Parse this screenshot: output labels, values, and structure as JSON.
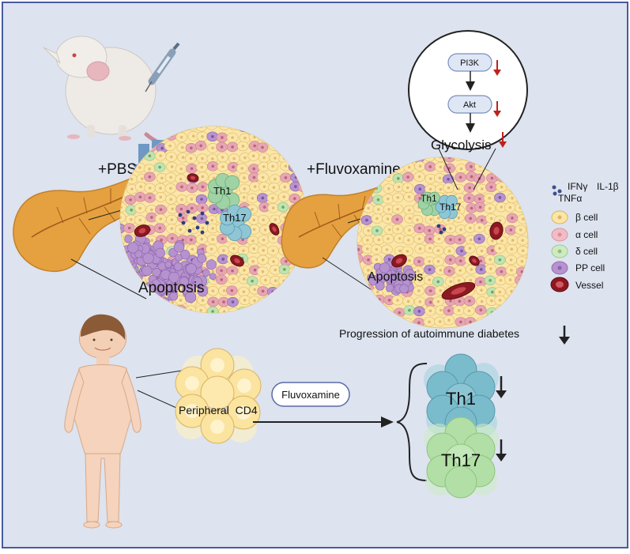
{
  "labels": {
    "pbs": "+PBS",
    "fluvoxamine_treatment": "+Fluvoxamine",
    "th1_left": "Th1",
    "th17_left": "Th17",
    "apoptosis_left": "Apoptosis",
    "th1_right": "Th1",
    "th17_right": "Th17",
    "apoptosis_right": "Apoptosis",
    "progression": "Progression of autoimmune diabetes",
    "peripheral_cd4": "Peripheral  CD4",
    "fluvoxamine_box": "Fluvoxamine",
    "th1_result": "Th1",
    "th17_result": "Th17"
  },
  "pathway": {
    "pi3k": "PI3K",
    "akt": "Akt",
    "glycolysis": "Glycolysis"
  },
  "legend": {
    "cytokine_ifn": "IFNγ",
    "cytokine_il": "IL-1β",
    "cytokine_tnf": "TNFα",
    "beta": "β cell",
    "alpha": "α cell",
    "delta": "δ cell",
    "pp": "PP cell",
    "vessel": "Vessel"
  },
  "colors": {
    "background": "#dde3ef",
    "border": "#4a5aa0",
    "beta_cell": "#fbe6a8",
    "alpha_cell": "#e7a6b2",
    "delta_cell": "#bfe3b3",
    "pp_cell": "#b692cf",
    "vessel": "#8e1822",
    "pancreas": "#e5a13f",
    "th1_cluster": "#76b9c9",
    "th17_cluster": "#a8dc9e",
    "flow_arrow": "#6f98c4",
    "down_arrow_red": "#c0201b"
  }
}
